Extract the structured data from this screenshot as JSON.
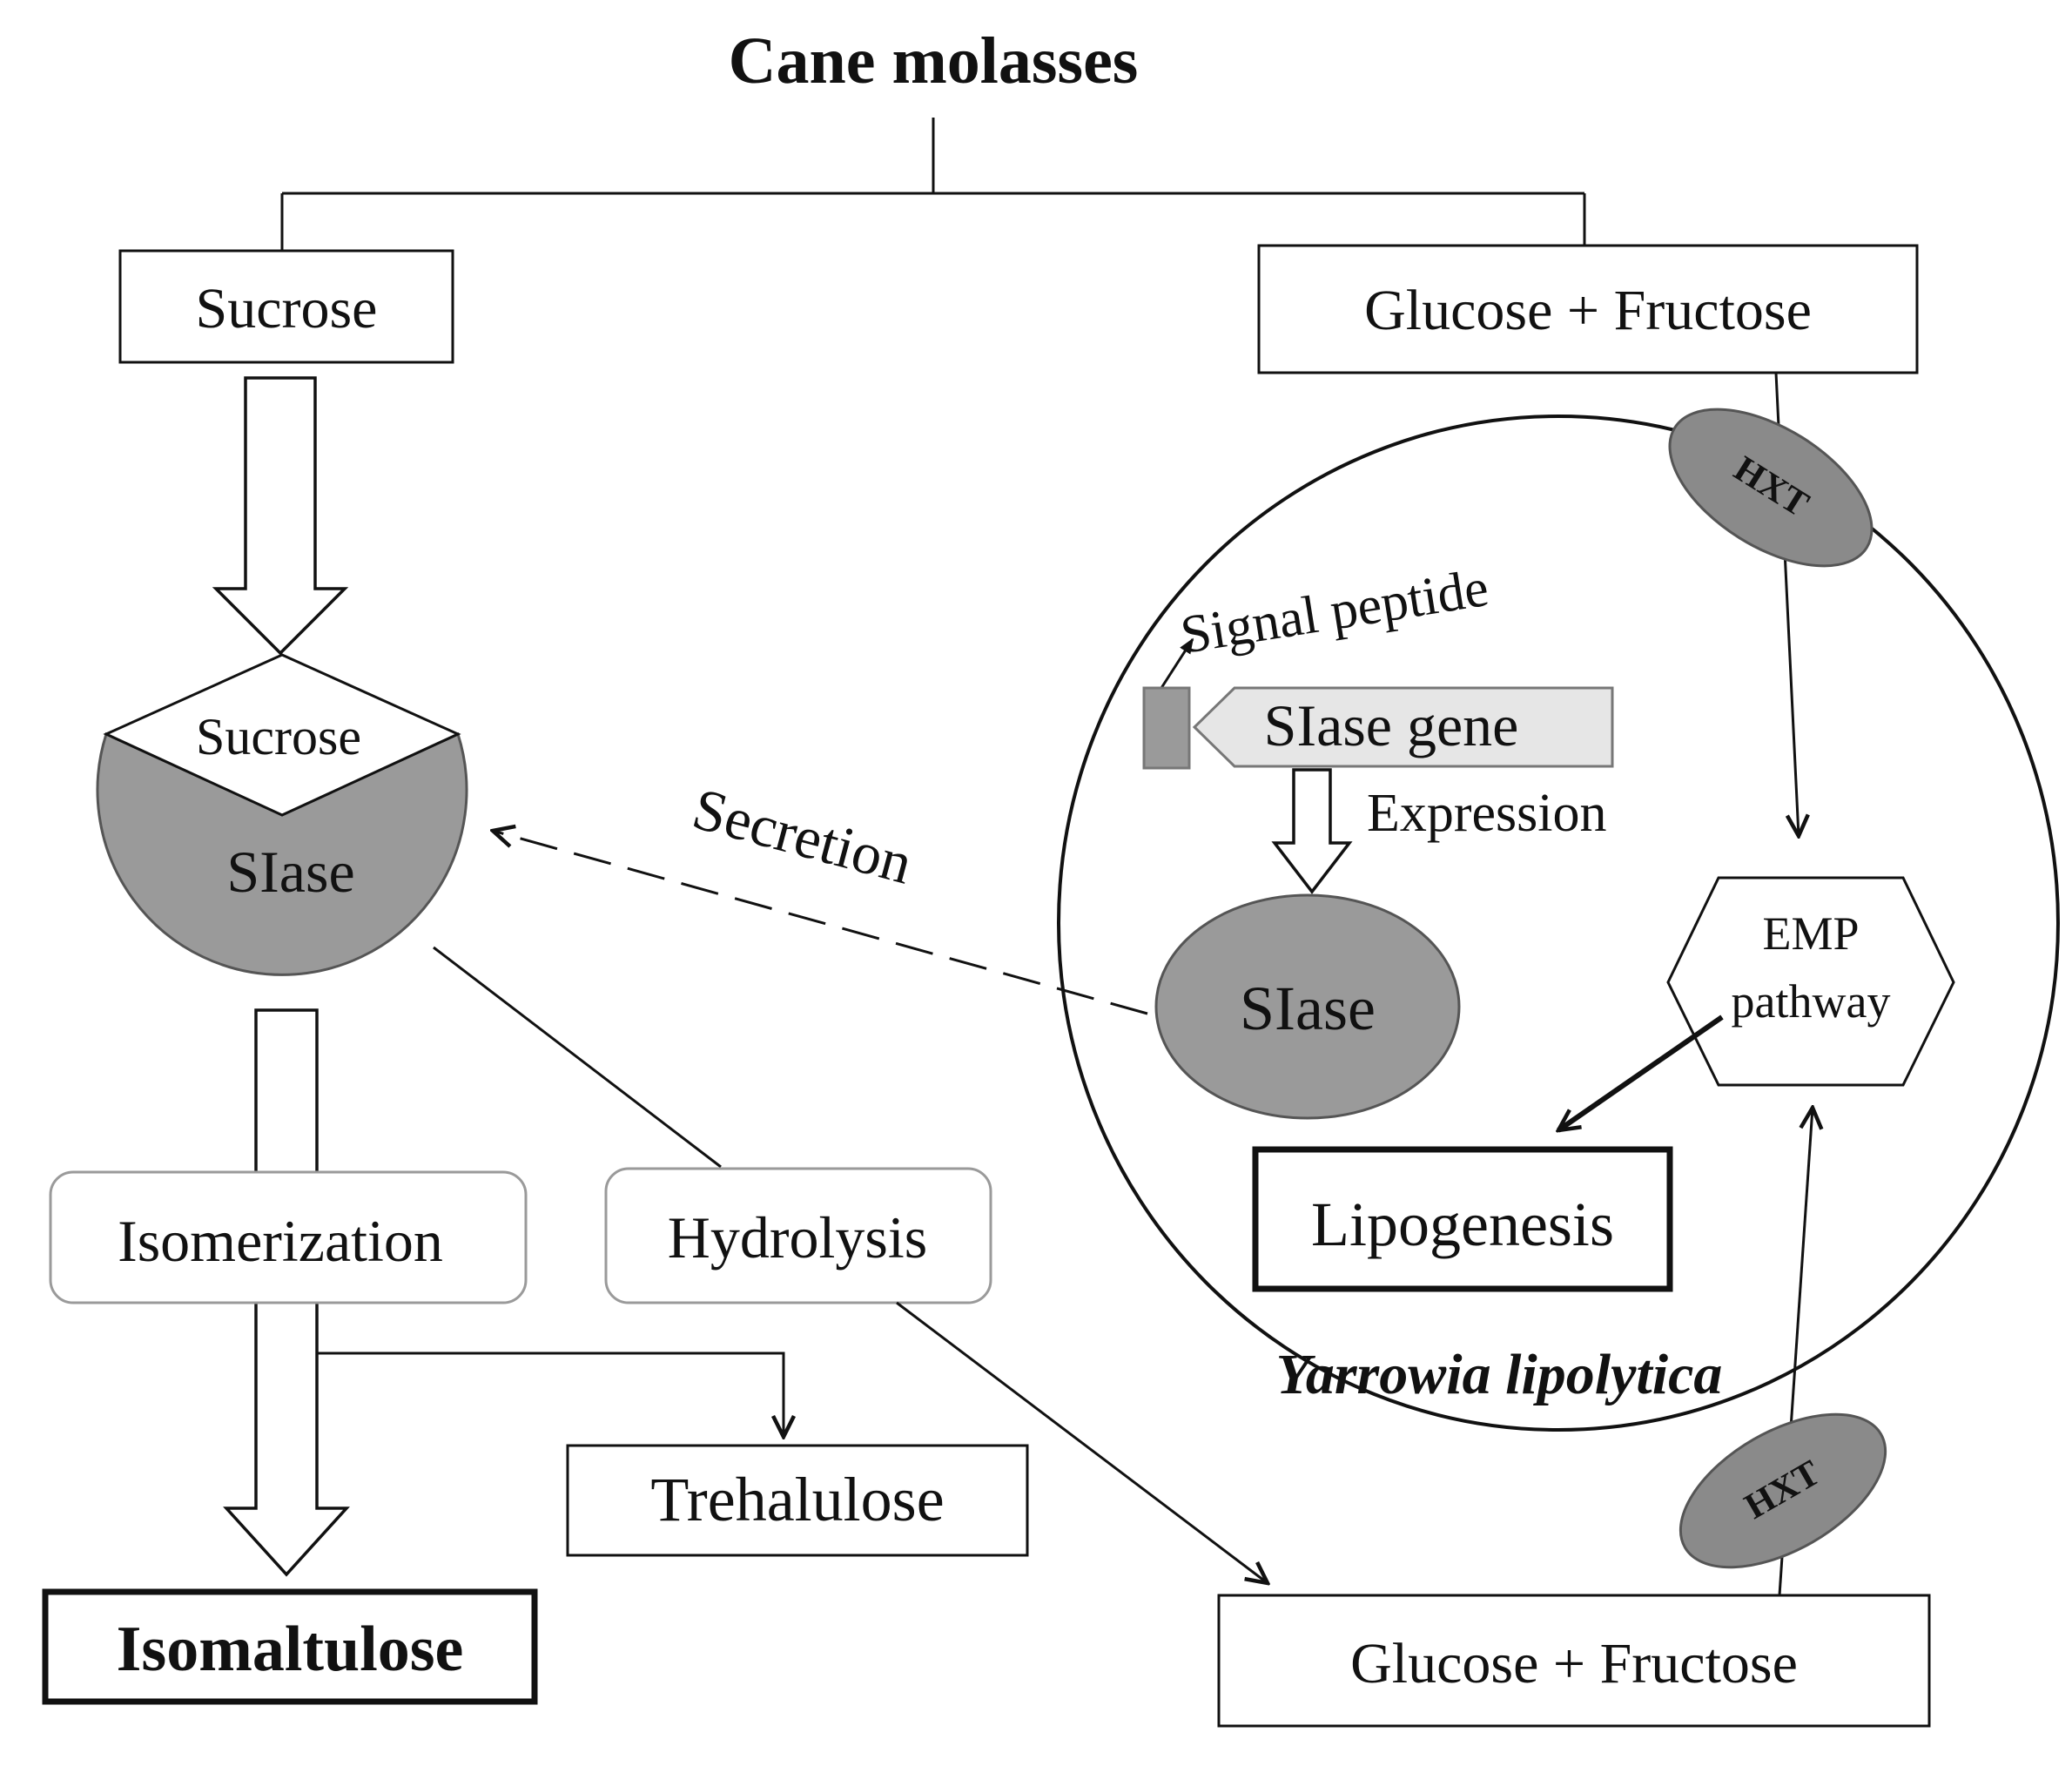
{
  "title": "Cane molasses",
  "sucrose_top": "Sucrose",
  "glucose_fructose_top": "Glucose + Fructose",
  "enzyme": {
    "substrate": "Sucrose",
    "name": "SIase"
  },
  "secretion": "Secretion",
  "cell": {
    "organism": "Yarrowia lipolytica",
    "transporter_top": "HXT",
    "transporter_bottom": "HXT",
    "signal_peptide": "Signal peptide",
    "gene": "SIase gene",
    "expression": "Expression",
    "enzyme": "SIase",
    "emp_line1": "EMP",
    "emp_line2": "pathway",
    "lipogenesis": "Lipogenesis"
  },
  "isomerization": "Isomerization",
  "hydrolysis": "Hydrolysis",
  "trehalulose": "Trehalulose",
  "isomaltulose": "Isomaltulose",
  "glucose_fructose_bottom": "Glucose + Fructose",
  "colors": {
    "enzyme_fill": "#9a9a9a",
    "transporter_fill": "#8a8a8a",
    "gene_fill": "#e6e6e6",
    "line": "#111111"
  }
}
